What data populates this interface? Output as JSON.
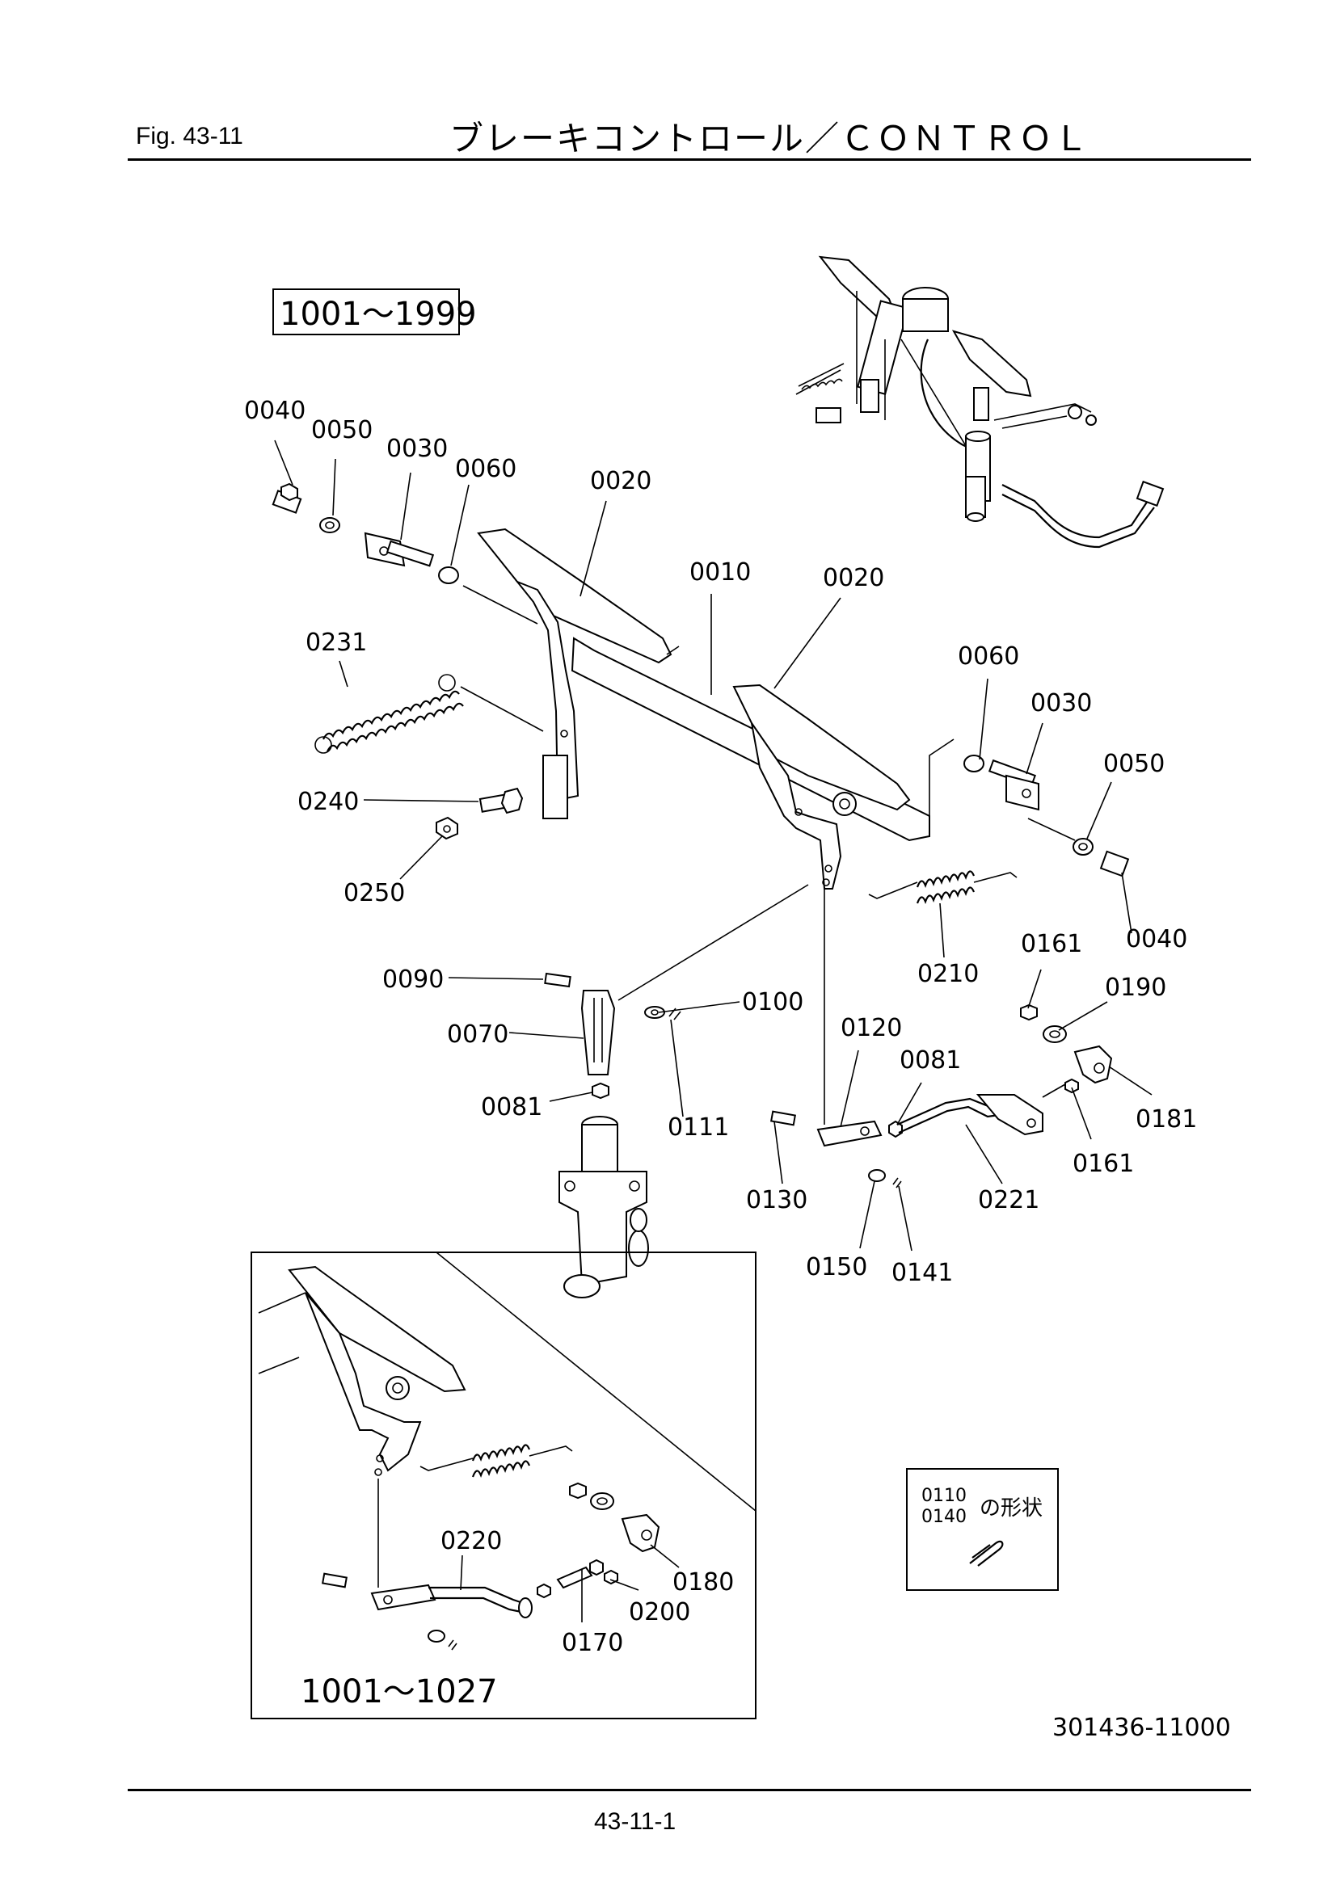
{
  "header": {
    "figure": "Fig.  43-11",
    "title": "ブレーキコントロール／ＣＯＮＴＲＯＬ"
  },
  "serial_ranges": {
    "main": "1001～1999",
    "inset": "1001～1027"
  },
  "callouts": [
    "0040",
    "0050",
    "0030",
    "0060",
    "0020",
    "0010",
    "0020",
    "0231",
    "0060",
    "0030",
    "0050",
    "0240",
    "0250",
    "0040",
    "0210",
    "0161",
    "0190",
    "0090",
    "0100",
    "0070",
    "0120",
    "0081",
    "0081",
    "0111",
    "0181",
    "0161",
    "0130",
    "0221",
    "0150",
    "0141",
    "0220",
    "0180",
    "0200",
    "0170"
  ],
  "pin_note": {
    "code_1": "0110",
    "code_2": "0140",
    "caption": "の形状"
  },
  "drawing_number": "301436-11000",
  "footer": {
    "page": "43-11-1"
  }
}
